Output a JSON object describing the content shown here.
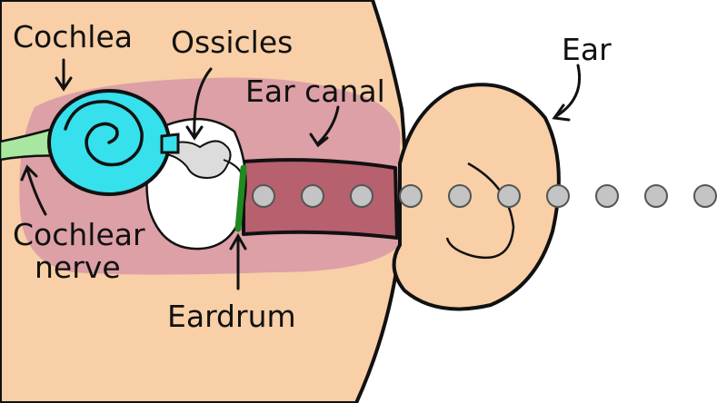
{
  "labels": {
    "cochlea": "Cochlea",
    "ossicles": "Ossicles",
    "ear_canal": "Ear canal",
    "ear": "Ear",
    "cochlear_nerve_line1": "Cochlear",
    "cochlear_nerve_line2": "nerve",
    "eardrum": "Eardrum"
  },
  "sound_wave": {
    "dot_count": 10
  },
  "colors": {
    "skin": "#f8cfa6",
    "inner_ear_region": "#d89aa6",
    "ear_canal": "#b7606e",
    "cochlea": "#36e0ec",
    "cochlear_nerve": "#a9e6a0",
    "eardrum": "#1f8a1f",
    "ossicles": "#dcdcdc",
    "middle_ear_cavity": "#ffffff",
    "sound_dots": "#c4c4c4",
    "outline": "#111111"
  }
}
